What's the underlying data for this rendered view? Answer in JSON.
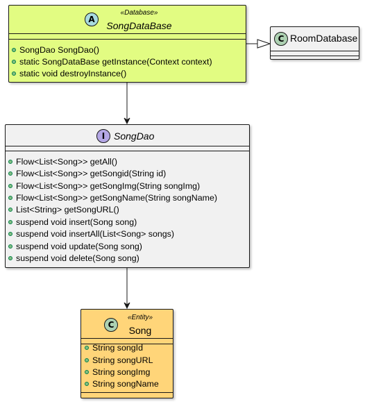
{
  "colors": {
    "database_fill": "#E2FC82",
    "dao_fill": "#F1F1F1",
    "entity_fill": "#FFD579",
    "room_fill": "#F1F1F1",
    "abstract_badge": "#A9DCDF",
    "interface_badge": "#B4A7E5",
    "class_badge": "#ADD1B2",
    "visibility_dot": "#84BE84"
  },
  "song_database": {
    "badge": "A",
    "stereotype": "«Database»",
    "name": "SongDataBase",
    "members": [
      "SongDao SongDao()",
      "static SongDataBase getInstance(Context context)",
      "static void destroyInstance()"
    ]
  },
  "room_database": {
    "badge": "C",
    "name": "RoomDatabase"
  },
  "song_dao": {
    "badge": "I",
    "name": "SongDao",
    "members": [
      "Flow<List<Song>> getAll()",
      "Flow<List<Song>> getSongid(String id)",
      "Flow<List<Song>> getSongImg(String songImg)",
      "Flow<List<Song>> getSongName(String songName)",
      "List<String> getSongURL()",
      "suspend void insert(Song song)",
      "suspend void insertAll(List<Song> songs)",
      "suspend void update(Song song)",
      "suspend void delete(Song song)"
    ]
  },
  "song": {
    "badge": "C",
    "stereotype": "«Entity»",
    "name": "Song",
    "members": [
      "String songId",
      "String songURL",
      "String songImg",
      "String songName"
    ]
  }
}
